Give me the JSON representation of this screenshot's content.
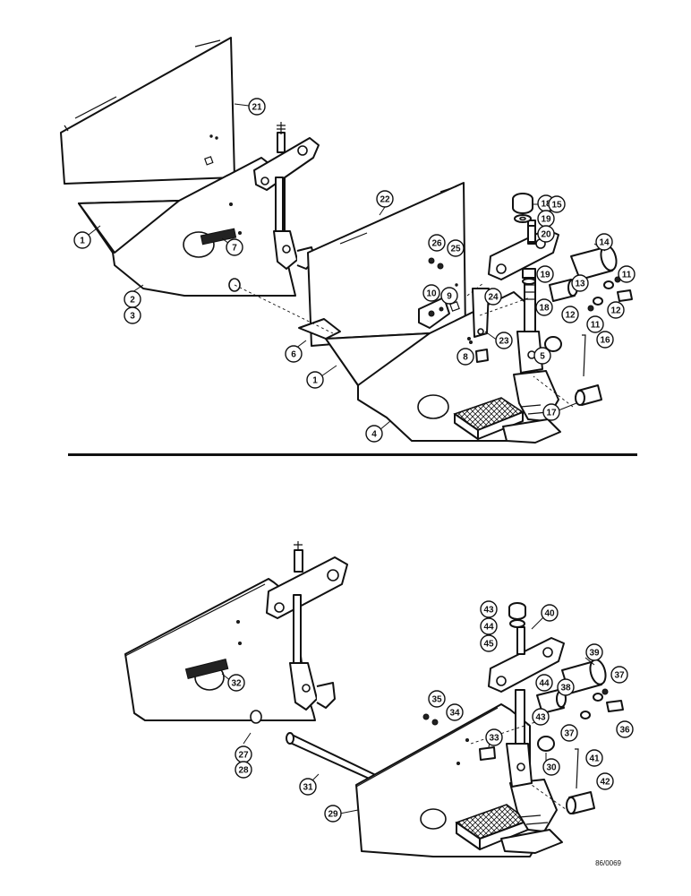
{
  "diagram": {
    "reference_code": "86/0069",
    "callouts_top": [
      {
        "id": "c1a",
        "label": "1"
      },
      {
        "id": "c2",
        "label": "2"
      },
      {
        "id": "c3",
        "label": "3"
      },
      {
        "id": "c7",
        "label": "7"
      },
      {
        "id": "c21",
        "label": "21"
      },
      {
        "id": "c22",
        "label": "22"
      },
      {
        "id": "c26",
        "label": "26"
      },
      {
        "id": "c25",
        "label": "25"
      },
      {
        "id": "c10",
        "label": "10"
      },
      {
        "id": "c9",
        "label": "9"
      },
      {
        "id": "c6",
        "label": "6"
      },
      {
        "id": "c1b",
        "label": "1"
      },
      {
        "id": "c8",
        "label": "8"
      },
      {
        "id": "c24",
        "label": "24"
      },
      {
        "id": "c23",
        "label": "23"
      },
      {
        "id": "c4",
        "label": "4"
      },
      {
        "id": "c18a",
        "label": "18"
      },
      {
        "id": "c19a",
        "label": "19"
      },
      {
        "id": "c20",
        "label": "20"
      },
      {
        "id": "c15",
        "label": "15"
      },
      {
        "id": "c14",
        "label": "14"
      },
      {
        "id": "c11a",
        "label": "11"
      },
      {
        "id": "c19b",
        "label": "19"
      },
      {
        "id": "c13",
        "label": "13"
      },
      {
        "id": "c12a",
        "label": "12"
      },
      {
        "id": "c18b",
        "label": "18"
      },
      {
        "id": "c12b",
        "label": "12"
      },
      {
        "id": "c11b",
        "label": "11"
      },
      {
        "id": "c5",
        "label": "5"
      },
      {
        "id": "c16",
        "label": "16"
      },
      {
        "id": "c17",
        "label": "17"
      }
    ],
    "callouts_bottom": [
      {
        "id": "c32",
        "label": "32"
      },
      {
        "id": "c27",
        "label": "27"
      },
      {
        "id": "c28",
        "label": "28"
      },
      {
        "id": "c31",
        "label": "31"
      },
      {
        "id": "c29",
        "label": "29"
      },
      {
        "id": "c35",
        "label": "35"
      },
      {
        "id": "c34",
        "label": "34"
      },
      {
        "id": "c33",
        "label": "33"
      },
      {
        "id": "c30",
        "label": "30"
      },
      {
        "id": "c43a",
        "label": "43"
      },
      {
        "id": "c44a",
        "label": "44"
      },
      {
        "id": "c45",
        "label": "45"
      },
      {
        "id": "c40",
        "label": "40"
      },
      {
        "id": "c39",
        "label": "39"
      },
      {
        "id": "c37a",
        "label": "37"
      },
      {
        "id": "c44b",
        "label": "44"
      },
      {
        "id": "c38",
        "label": "38"
      },
      {
        "id": "c43b",
        "label": "43"
      },
      {
        "id": "c37b",
        "label": "37"
      },
      {
        "id": "c36",
        "label": "36"
      },
      {
        "id": "c41",
        "label": "41"
      },
      {
        "id": "c42",
        "label": "42"
      }
    ]
  }
}
